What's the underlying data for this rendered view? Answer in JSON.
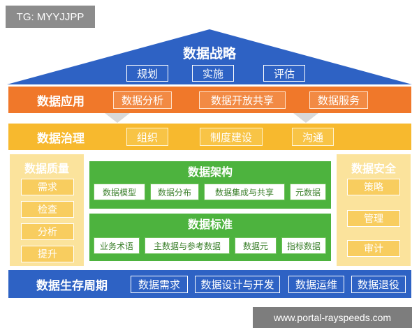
{
  "watermark": {
    "tag": "TG: MYYJJPP",
    "url": "www.portal-rayspeeds.com"
  },
  "strategy": {
    "title": "数据战略",
    "items": [
      "规划",
      "实施",
      "评估"
    ]
  },
  "application": {
    "title": "数据应用",
    "items": [
      "数据分析",
      "数据开放共享",
      "数据服务"
    ]
  },
  "governance": {
    "title": "数据治理",
    "items": [
      "组织",
      "制度建设",
      "沟通"
    ]
  },
  "quality": {
    "title": "数据质量",
    "items": [
      "需求",
      "检查",
      "分析",
      "提升"
    ]
  },
  "security": {
    "title": "数据安全",
    "items": [
      "策略",
      "管理",
      "审计"
    ]
  },
  "architecture": {
    "title": "数据架构",
    "items": [
      "数据模型",
      "数据分布",
      "数据集成与共享",
      "元数据"
    ]
  },
  "standard": {
    "title": "数据标准",
    "items": [
      "业务术语",
      "主数据与参考数据",
      "数据元",
      "指标数据"
    ]
  },
  "lifecycle": {
    "title": "数据生存周期",
    "items": [
      "数据需求",
      "数据设计与开发",
      "数据运维",
      "数据退役"
    ]
  },
  "colors": {
    "blue": "#2e62c4",
    "orange": "#f0782a",
    "yellow": "#f7b92e",
    "light_yellow": "#fbe39c",
    "green": "#4db33e"
  }
}
